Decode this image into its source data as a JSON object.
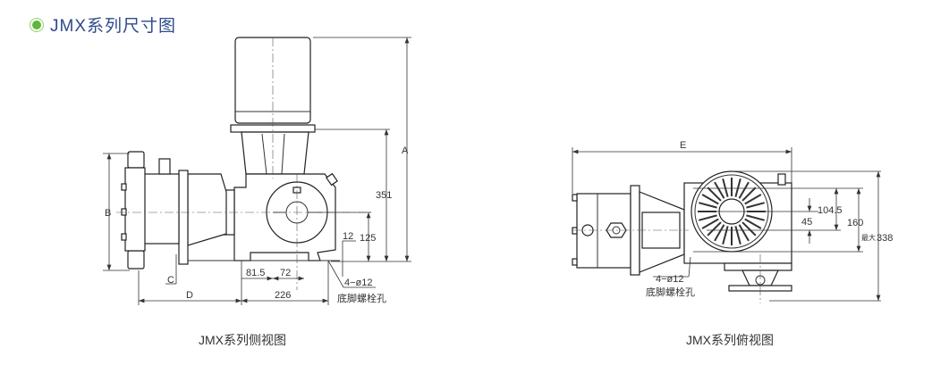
{
  "header": {
    "title": "JMX系列尺寸图",
    "bullet_color": "#5cb83a",
    "title_color": "#2d4a8a"
  },
  "side_view": {
    "caption": "JMX系列侧视图",
    "dims": {
      "A": "A",
      "B": "B",
      "C": "C",
      "D": "D",
      "h351": "351",
      "h125": "125",
      "h12": "12",
      "w81_5": "81.5",
      "w72": "72",
      "w226": "226"
    },
    "bolt_label": "4−ø12",
    "bolt_note": "底脚螺栓孔"
  },
  "top_view": {
    "caption": "JMX系列俯视图",
    "dims": {
      "E": "E",
      "d104_5": "104.5",
      "d45": "45",
      "d160": "160",
      "max_prefix": "最大",
      "d338": "338"
    },
    "bolt_label": "4−ø12",
    "bolt_note": "底脚螺栓孔"
  }
}
